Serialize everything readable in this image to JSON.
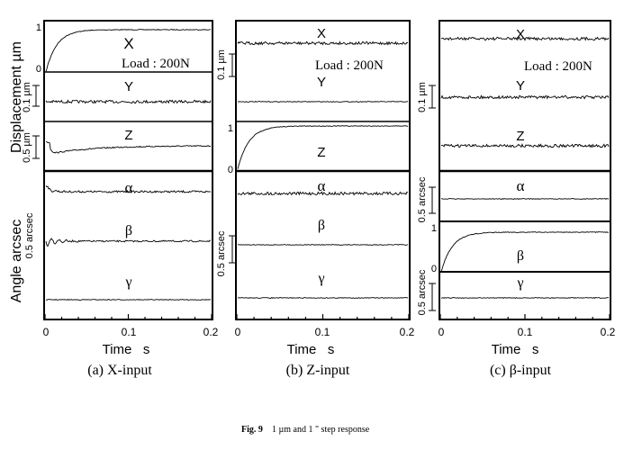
{
  "chart_data": {
    "type": "line",
    "title": "Fig. 9   1 µm and 1 \" step response",
    "caption_label": "Fig. 9",
    "caption_text": "1 µm and 1 \" step response",
    "xlabel": "Time   s",
    "xlim": [
      0,
      0.2
    ],
    "xticks": [
      "0",
      "0.1",
      "0.2"
    ],
    "load_label": "Load : 200N",
    "ylabel_displacement": "Displacement   µm",
    "ylabel_angle": "Angle   arcsec",
    "panels": [
      {
        "id": "a",
        "subtitle": "(a) X-input",
        "traces": [
          {
            "name": "X",
            "response": "step",
            "step_ticks": [
              "1",
              "0"
            ]
          },
          {
            "name": "Y",
            "response": "noise"
          },
          {
            "name": "Z",
            "response": "coupled-dip"
          },
          {
            "name": "α",
            "response": "transient"
          },
          {
            "name": "β",
            "response": "oscillation"
          },
          {
            "name": "γ",
            "response": "flat"
          }
        ],
        "scale_bars": [
          "0.1 µm",
          "0.5 µm",
          "0.5 arcsec"
        ]
      },
      {
        "id": "b",
        "subtitle": "(b) Z-input",
        "traces": [
          {
            "name": "X",
            "response": "noise"
          },
          {
            "name": "Y",
            "response": "flat"
          },
          {
            "name": "Z",
            "response": "step",
            "step_ticks": [
              "1",
              "0"
            ]
          },
          {
            "name": "α",
            "response": "noise"
          },
          {
            "name": "β",
            "response": "flat"
          },
          {
            "name": "γ",
            "response": "flat"
          }
        ],
        "scale_bars": [
          "0.1 µm",
          "0.5 arcsec"
        ]
      },
      {
        "id": "c",
        "subtitle": "(c) β-input",
        "traces": [
          {
            "name": "X",
            "response": "noise"
          },
          {
            "name": "Y",
            "response": "noise"
          },
          {
            "name": "Z",
            "response": "noise"
          },
          {
            "name": "α",
            "response": "flat"
          },
          {
            "name": "β",
            "response": "step",
            "step_ticks": [
              "1",
              "0"
            ]
          },
          {
            "name": "γ",
            "response": "flat"
          }
        ],
        "scale_bars": [
          "0.1 µm",
          "0.5 arcsec",
          "0.5 arcsec"
        ]
      }
    ]
  }
}
